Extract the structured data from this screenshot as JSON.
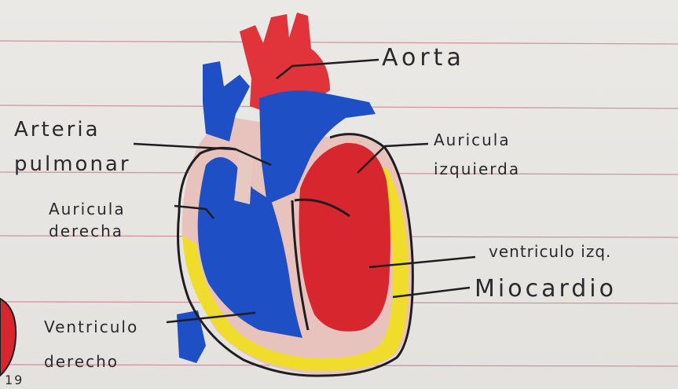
{
  "labels": {
    "aorta": "Aorta",
    "arteria_pulmonar_1": "Arteria",
    "arteria_pulmonar_2": "pulmonar",
    "auricula_izquierda_1": "Auricula",
    "auricula_izquierda_2": "izquierda",
    "auricula_derecha_1": "Auricula",
    "auricula_derecha_2": "derecha",
    "ventriculo_izq": "ventriculo izq.",
    "miocardio": "Miocardio",
    "ventriculo_derecho_1": "Ventriculo",
    "ventriculo_derecho_2": "derecho",
    "page_number": "19"
  },
  "colors": {
    "paper": "#e9e7e4",
    "rule_line": "#c97a86",
    "blood_red": "#d8262e",
    "blood_blue": "#1f4fc4",
    "myocardium_yellow": "#f0dc2a",
    "pink": "#e5a3a8",
    "ink": "#1e1e22"
  }
}
